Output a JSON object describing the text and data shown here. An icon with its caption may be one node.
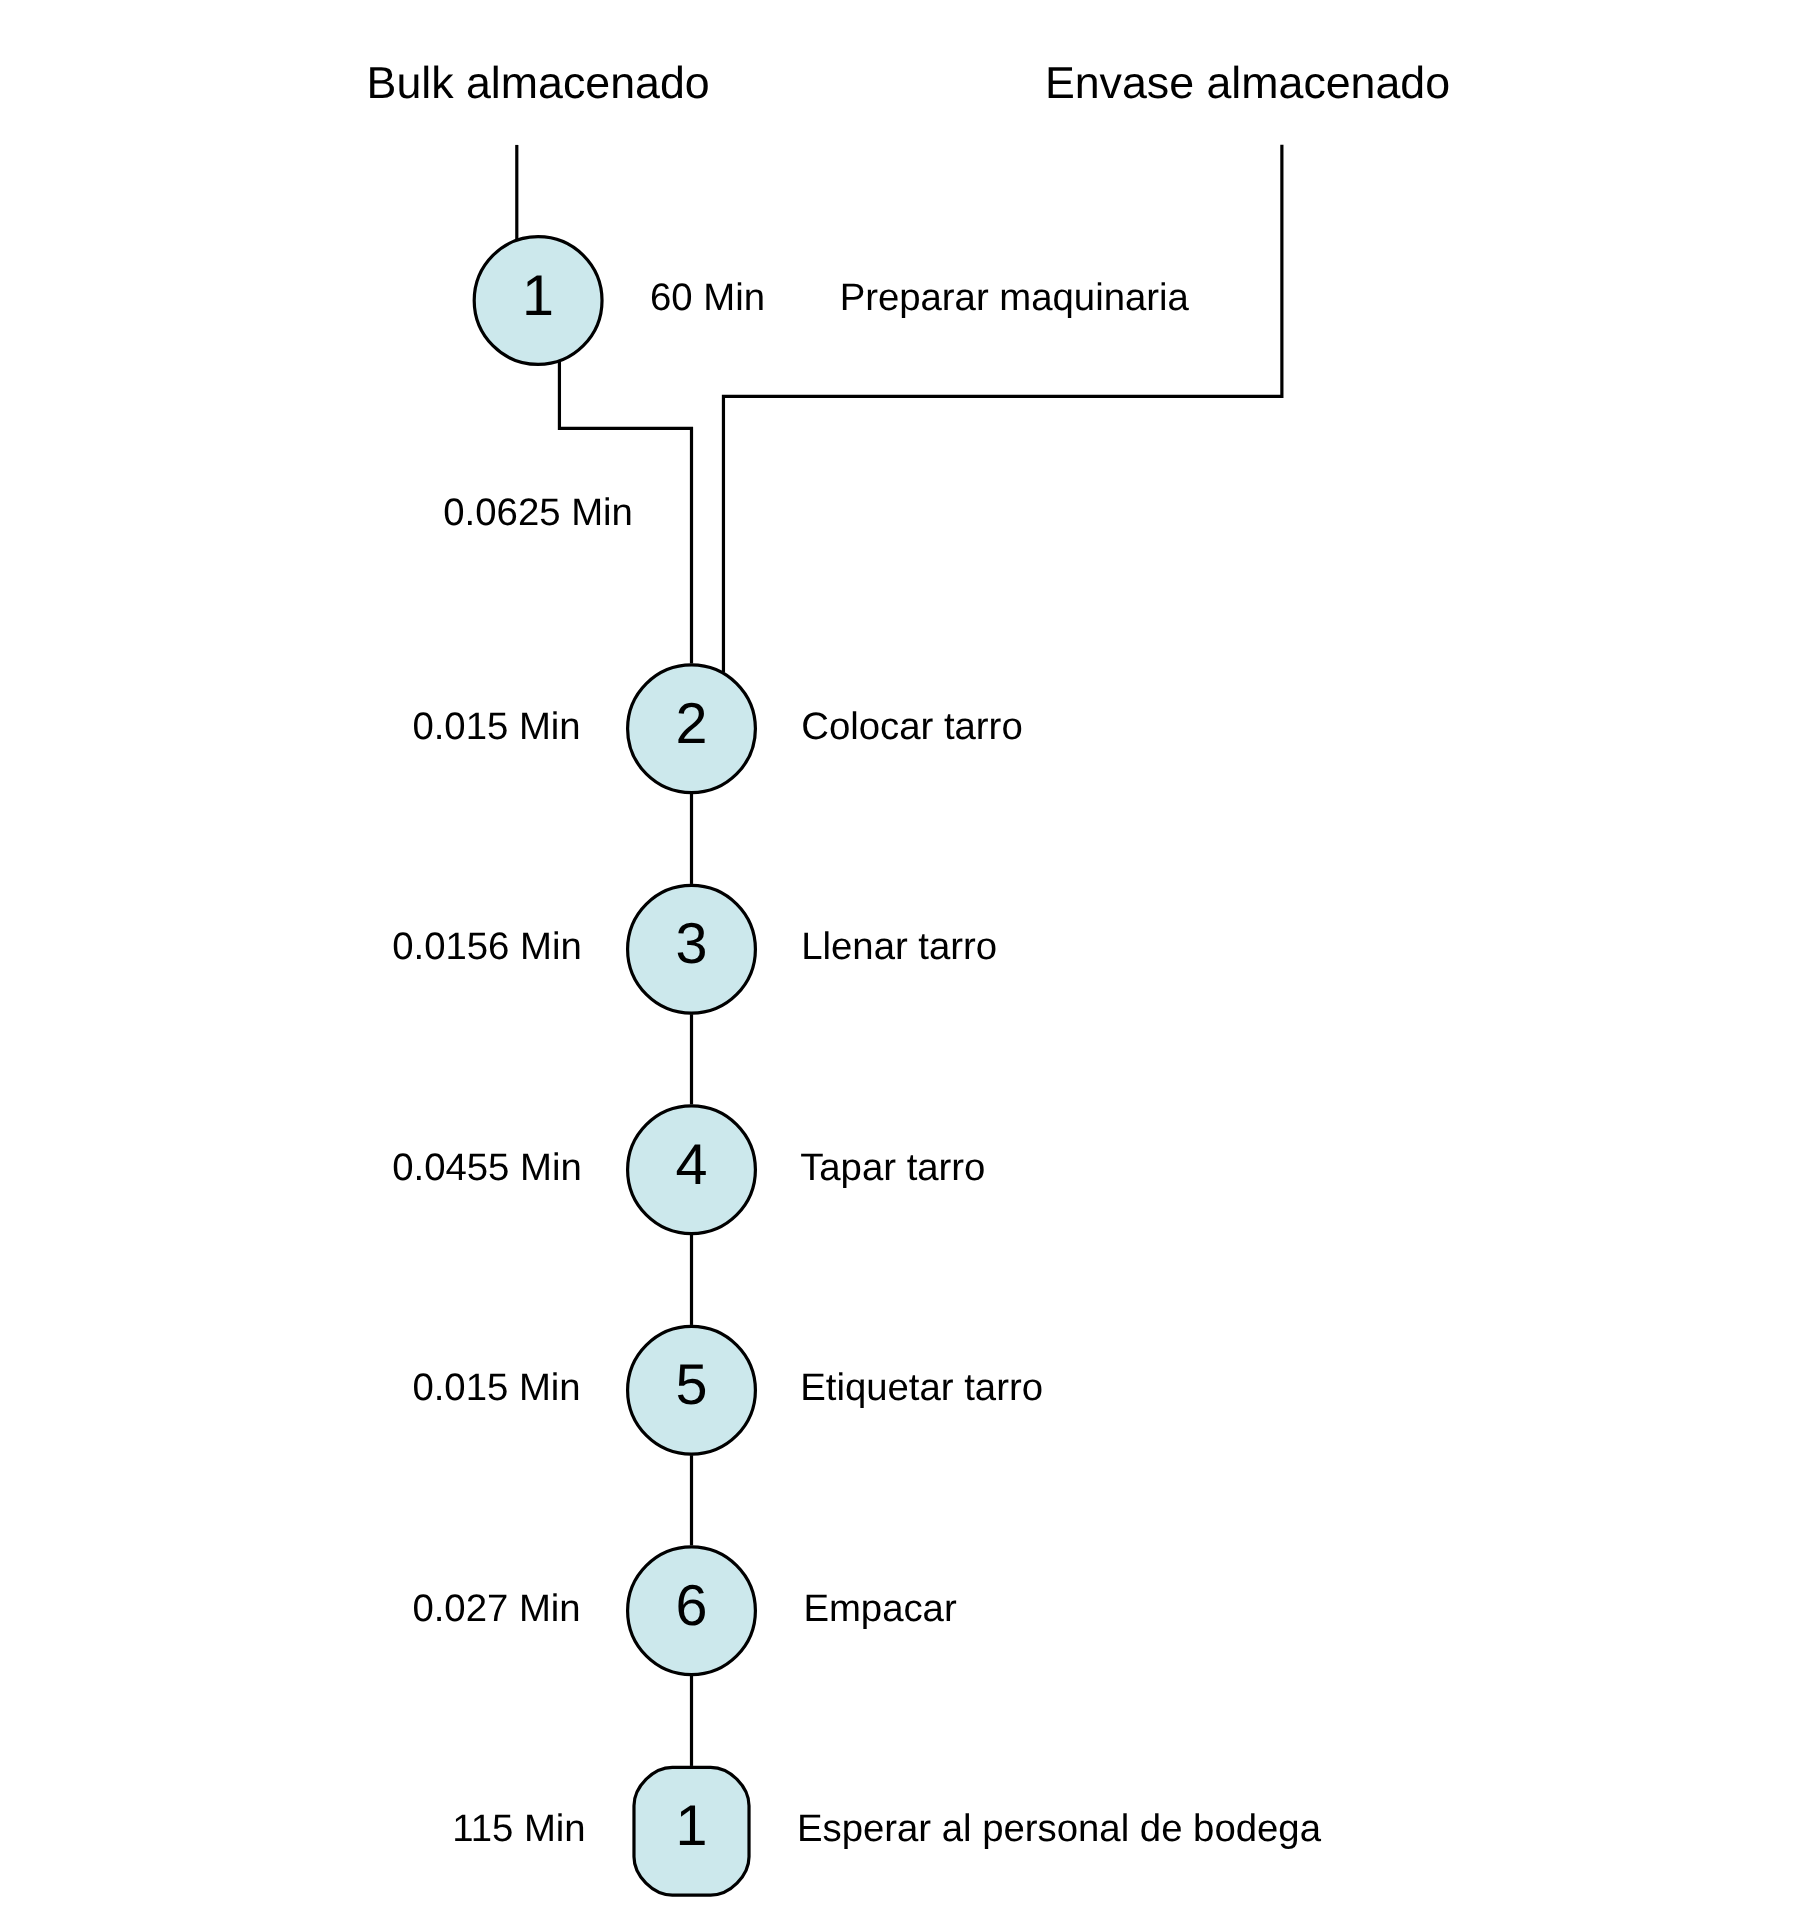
{
  "diagram": {
    "nodes": [
      {
        "text": [
          "Bulk almacenado"
        ]
      },
      {
        "text": [
          "Envase almacenado"
        ]
      },
      {
        "text": [
          "1"
        ],
        "beside": [
          "60 Min",
          "Preparar maquinaria"
        ]
      },
      {
        "text": [
          "2"
        ],
        "beside": [
          "0.015 Min",
          "Colocar tarro"
        ]
      },
      {
        "text": [
          "3"
        ],
        "beside": [
          "0.0156 Min",
          "Llenar tarro"
        ]
      },
      {
        "text": [
          "4"
        ],
        "beside": [
          "0.0455 Min",
          "Tapar tarro"
        ]
      },
      {
        "text": [
          "5"
        ],
        "beside": [
          "0.015 Min",
          "Etiquetar tarro"
        ]
      },
      {
        "text": [
          "6"
        ],
        "beside": [
          "0.027 Min",
          "Empacar"
        ]
      },
      {
        "text": [
          "1"
        ],
        "beside": [
          "115 Min",
          "Esperar al personal de bodega"
        ]
      }
    ],
    "edges": [
      {
        "from": 0,
        "to": 2,
        "arrow": "none"
      },
      {
        "from": 2,
        "to": 3,
        "arrow": "none"
      },
      {
        "from": 1,
        "to": 3,
        "arrow": "none"
      },
      {
        "from": 3,
        "to": 4,
        "arrow": "none"
      },
      {
        "from": 4,
        "to": 5,
        "arrow": "none"
      },
      {
        "from": 5,
        "to": 6,
        "arrow": "none"
      },
      {
        "from": 6,
        "to": 7,
        "arrow": "none"
      },
      {
        "from": 7,
        "to": 8,
        "arrow": "none"
      }
    ],
    "labels": [
      "0.0625 Min"
    ]
  }
}
